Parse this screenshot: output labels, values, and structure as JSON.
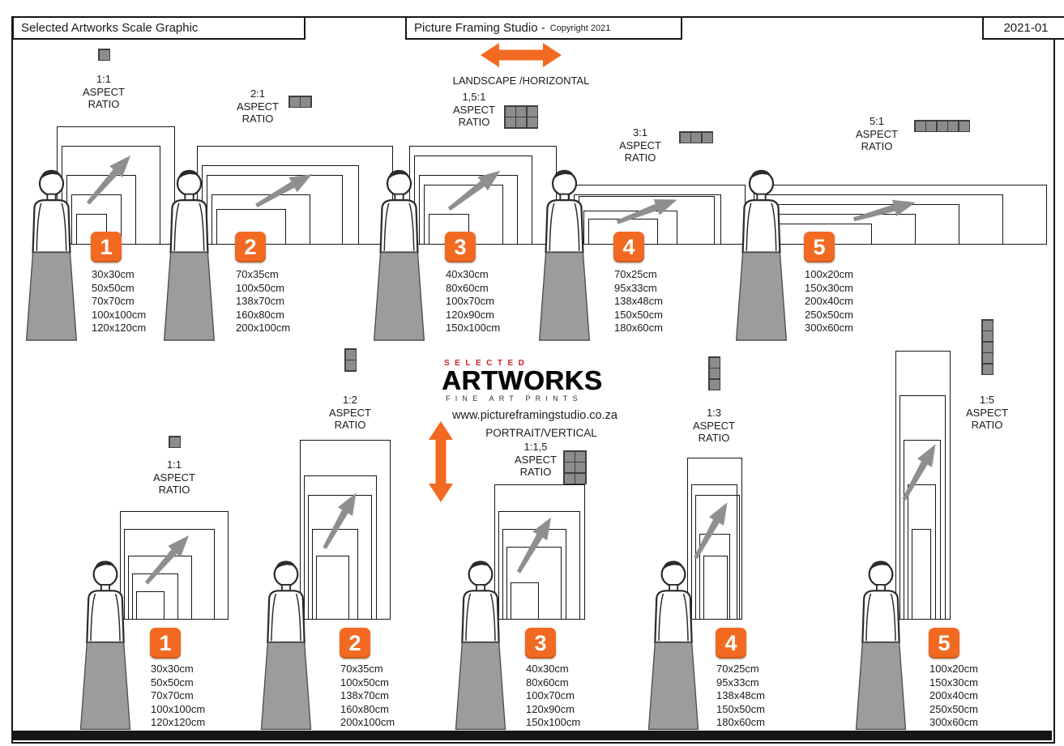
{
  "header": {
    "title": "Selected Artworks Scale Graphic",
    "studio": "Picture Framing Studio -",
    "copyright": "Copyright 2021",
    "doc_number": "2021-01"
  },
  "labels": {
    "aspect": "ASPECT",
    "ratio_word": "RATIO",
    "landscape": "LANDSCAPE /HORIZONTAL",
    "portrait": "PORTRAIT/VERTICAL"
  },
  "logo": {
    "selected": "SELECTED",
    "artworks": "ARTWORKS",
    "tagline": "FINE ART PRINTS",
    "website": "www.pictureframingstudio.co.za"
  },
  "colors": {
    "accent_orange": "#F26A21",
    "logo_red": "#CE2127",
    "figure_gray": "#9C9C9C",
    "arrow_gray": "#8F8F8F",
    "icon_gray": "#8C8C8C",
    "line_black": "#161616"
  },
  "groups_landscape": [
    {
      "number": "1",
      "ratio": "1:1",
      "sizes": [
        "30x30cm",
        "50x50cm",
        "70x70cm",
        "100x100cm",
        "120x120cm"
      ]
    },
    {
      "number": "2",
      "ratio": "2:1",
      "sizes": [
        "70x35cm",
        "100x50cm",
        "138x70cm",
        "160x80cm",
        "200x100cm"
      ]
    },
    {
      "number": "3",
      "ratio": "1,5:1",
      "sizes": [
        "40x30cm",
        "80x60cm",
        "100x70cm",
        "120x90cm",
        "150x100cm"
      ]
    },
    {
      "number": "4",
      "ratio": "3:1",
      "sizes": [
        "70x25cm",
        "95x33cm",
        "138x48cm",
        "150x50cm",
        "180x60cm"
      ]
    },
    {
      "number": "5",
      "ratio": "5:1",
      "sizes": [
        "100x20cm",
        "150x30cm",
        "200x40cm",
        "250x50cm",
        "300x60cm"
      ]
    }
  ],
  "groups_portrait": [
    {
      "number": "1",
      "ratio": "1:1",
      "sizes": [
        "30x30cm",
        "50x50cm",
        "70x70cm",
        "100x100cm",
        "120x120cm"
      ]
    },
    {
      "number": "2",
      "ratio": "1:2",
      "sizes": [
        "70x35cm",
        "100x50cm",
        "138x70cm",
        "160x80cm",
        "200x100cm"
      ]
    },
    {
      "number": "3",
      "ratio": "1:1,5",
      "sizes": [
        "40x30cm",
        "80x60cm",
        "100x70cm",
        "120x90cm",
        "150x100cm"
      ]
    },
    {
      "number": "4",
      "ratio": "1:3",
      "sizes": [
        "70x25cm",
        "95x33cm",
        "138x48cm",
        "150x50cm",
        "180x60cm"
      ]
    },
    {
      "number": "5",
      "ratio": "1:5",
      "sizes": [
        "100x20cm",
        "150x30cm",
        "200x40cm",
        "250x50cm",
        "300x60cm"
      ]
    }
  ]
}
